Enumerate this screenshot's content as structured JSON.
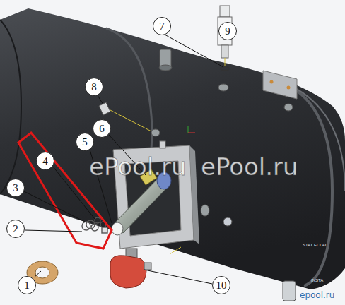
{
  "diagram": {
    "nodes": [
      {
        "text": [
          "7"
        ]
      },
      {
        "text": [
          "9"
        ]
      },
      {
        "text": [
          "8"
        ]
      },
      {
        "text": [
          "6"
        ]
      },
      {
        "text": [
          "5"
        ]
      },
      {
        "text": [
          "4"
        ]
      },
      {
        "text": [
          "3"
        ]
      },
      {
        "text": [
          "2"
        ]
      },
      {
        "text": [
          "1"
        ]
      },
      {
        "text": [
          "10"
        ]
      }
    ],
    "labels": [
      "ePool.ru",
      "ePool.ru",
      "STAT ECLAI",
      "INSTA",
      "epool.ru"
    ]
  }
}
